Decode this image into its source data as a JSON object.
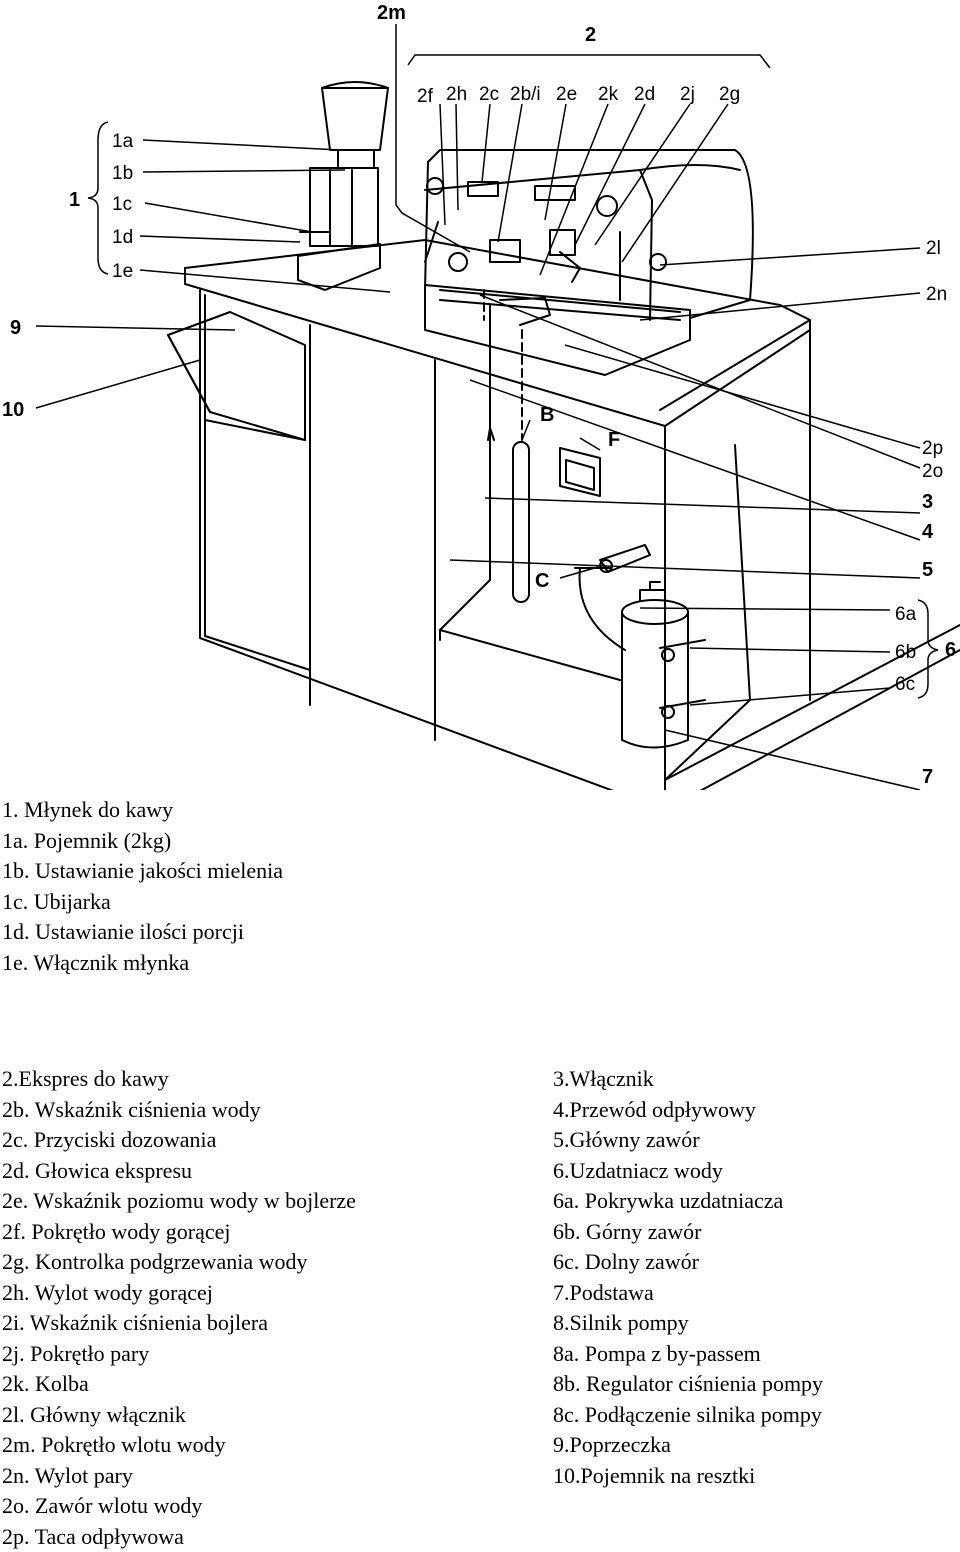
{
  "callouts": {
    "c2m": "2m",
    "c2": "2",
    "c2f": "2f",
    "c2h": "2h",
    "c2c": "2c",
    "c2bi": "2b/i",
    "c2e": "2e",
    "c2k": "2k",
    "c2d": "2d",
    "c2j": "2j",
    "c2g": "2g",
    "c1": "1",
    "c1a": "1a",
    "c1b": "1b",
    "c1c": "1c",
    "c1d": "1d",
    "c1e": "1e",
    "c2l": "2l",
    "c2n": "2n",
    "c9": "9",
    "c10": "10",
    "cB": "B",
    "cF": "F",
    "c2p": "2p",
    "c2o": "2o",
    "c3": "3",
    "c4": "4",
    "c5": "5",
    "cC": "C",
    "c6a": "6a",
    "c6b": "6b",
    "c6c": "6c",
    "c6": "6",
    "c7": "7"
  },
  "legend_grinder": [
    "1.  Młynek do kawy",
    "1a. Pojemnik (2kg)",
    "1b. Ustawianie jakości mielenia",
    "1c. Ubijarka",
    "1d. Ustawianie ilości porcji",
    "1e. Włącznik młynka"
  ],
  "legend_machine": [
    "2.Ekspres do kawy",
    "2b. Wskaźnik ciśnienia wody",
    "2c. Przyciski dozowania",
    "2d. Głowica ekspresu",
    "2e. Wskaźnik poziomu wody w bojlerze",
    "2f. Pokrętło wody gorącej",
    "2g. Kontrolka podgrzewania wody",
    "2h. Wylot wody gorącej",
    "2i. Wskaźnik ciśnienia bojlera",
    "2j. Pokrętło pary",
    "2k. Kolba",
    "2l. Główny włącznik",
    "2m. Pokrętło wlotu wody",
    "2n. Wylot pary",
    "2o. Zawór wlotu wody",
    "2p. Taca odpływowa"
  ],
  "legend_right": [
    "3.Włącznik",
    "4.Przewód odpływowy",
    "5.Główny zawór",
    "6.Uzdatniacz wody",
    "6a. Pokrywka uzdatniacza",
    "6b.  Górny zawór",
    "6c.  Dolny zawór",
    "7.Podstawa",
    "8.Silnik pompy",
    "8a. Pompa z by-passem",
    "8b. Regulator ciśnienia pompy",
    "8c.  Podłączenie silnika pompy",
    "9.Poprzeczka",
    "10.Pojemnik na resztki"
  ]
}
